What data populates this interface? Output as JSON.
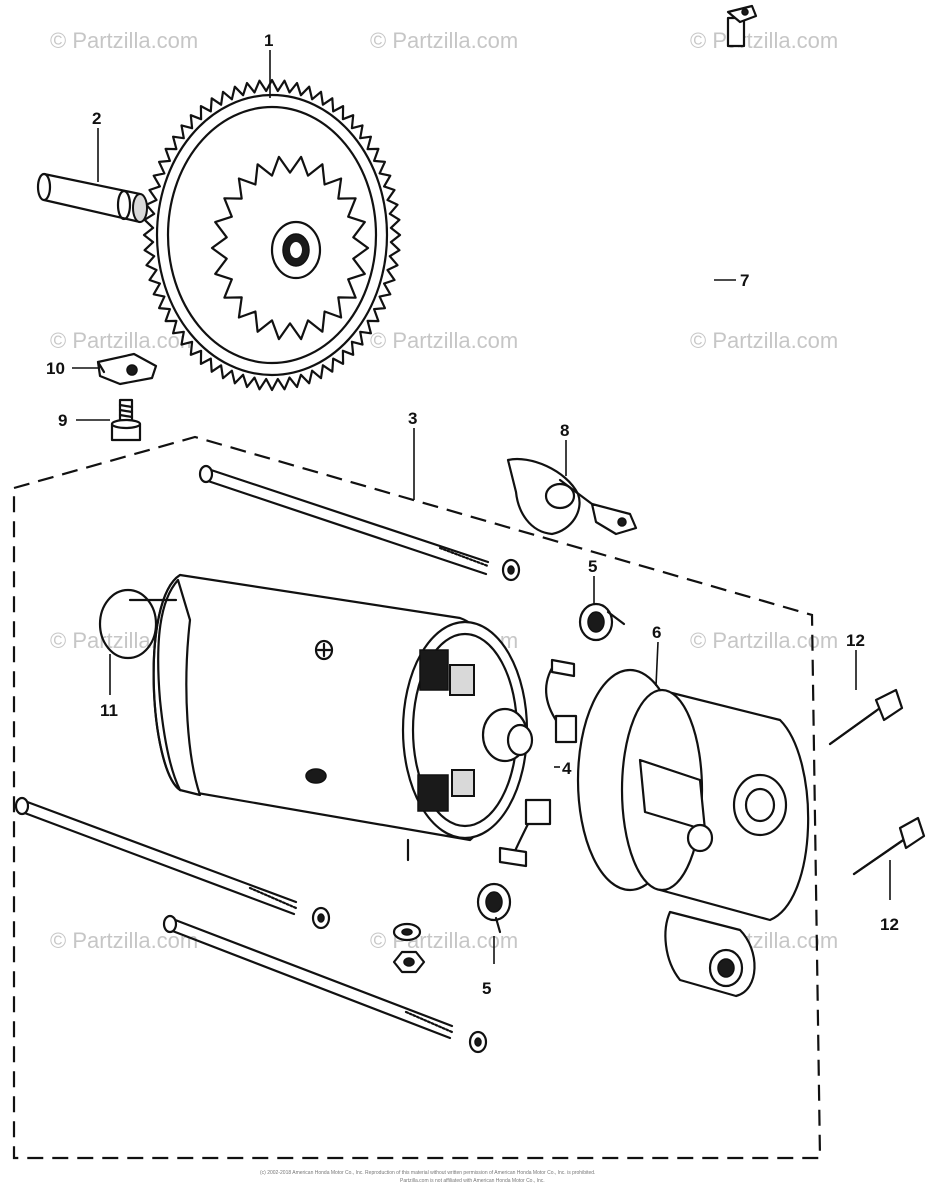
{
  "watermark": "© Partzilla.com",
  "callouts": {
    "c1": "1",
    "c2": "2",
    "c3": "3",
    "c4": "4",
    "c5a": "5",
    "c5b": "5",
    "c6": "6",
    "c7": "7",
    "c8": "8",
    "c9": "9",
    "c10": "10",
    "c11": "11",
    "c12a": "12",
    "c12b": "12"
  },
  "footer": {
    "line1": "(c) 2002-2018 American Honda Motor Co., Inc. Reproduction of this material without written permission of American Honda Motor Co., Inc. is prohibited.",
    "line2": "Partzilla.com is not affiliated with American Honda Motor Co., Inc."
  }
}
